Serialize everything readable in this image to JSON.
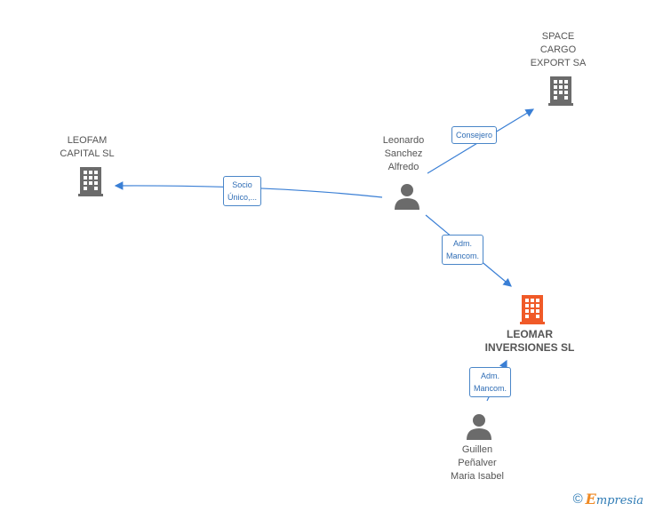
{
  "nodes": {
    "space_cargo": {
      "label": "SPACE\nCARGO\nEXPORT SA",
      "type": "company"
    },
    "leofam": {
      "label": "LEOFAM\nCAPITAL SL",
      "type": "company"
    },
    "leonardo": {
      "label": "Leonardo\nSanchez\nAlfredo",
      "type": "person"
    },
    "leomar": {
      "label": "LEOMAR\nINVERSIONES SL",
      "type": "company-main"
    },
    "guillen": {
      "label": "Guillen\nPeñalver\nMaria Isabel",
      "type": "person"
    }
  },
  "edges": {
    "consejero": {
      "label": "Consejero"
    },
    "socio": {
      "label": "Socio\nÚnico,..."
    },
    "adm1": {
      "label": "Adm.\nMancom."
    },
    "adm2": {
      "label": "Adm.\nMancom."
    }
  },
  "colors": {
    "edge": "#3a7fd5",
    "company": "#6b6b6b",
    "company_main": "#f05a28",
    "person": "#6b6b6b"
  },
  "footer": {
    "copyright": "©",
    "brand_first": "E",
    "brand_rest": "mpresia"
  }
}
